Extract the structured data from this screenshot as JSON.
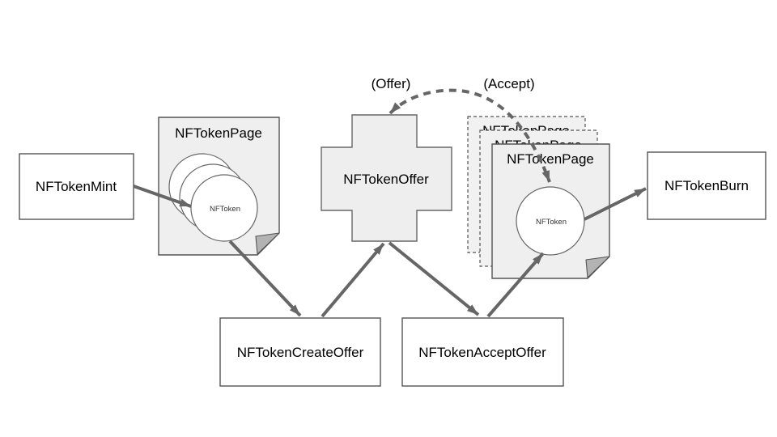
{
  "diagram": {
    "type": "flow-diagram",
    "nodes": {
      "mint": {
        "label": "NFTokenMint"
      },
      "page_left": {
        "title": "NFTokenPage",
        "token_label": "NFToken"
      },
      "offer": {
        "label": "NFTokenOffer"
      },
      "pages_right": {
        "back_title": "NFTokenPage",
        "middle_title": "NFTokenPage",
        "front_title": "NFTokenPage",
        "token_label": "NFToken"
      },
      "burn": {
        "label": "NFTokenBurn"
      },
      "create_offer": {
        "label": "NFTokenCreateOffer"
      },
      "accept_offer": {
        "label": "NFTokenAcceptOffer"
      }
    },
    "annotations": {
      "offer": "(Offer)",
      "accept": "(Accept)"
    },
    "edges": [
      {
        "from": "NFTokenMint",
        "to": "NFTokenPage (NFToken)",
        "style": "solid"
      },
      {
        "from": "NFTokenPage (NFToken)",
        "to": "NFTokenCreateOffer",
        "style": "solid"
      },
      {
        "from": "NFTokenCreateOffer",
        "to": "NFTokenOffer",
        "style": "solid"
      },
      {
        "from": "NFTokenOffer",
        "to": "NFTokenAcceptOffer",
        "style": "solid"
      },
      {
        "from": "NFTokenAcceptOffer",
        "to": "new NFTokenPage (NFToken)",
        "style": "solid"
      },
      {
        "from": "new NFTokenPage (NFToken)",
        "to": "NFTokenBurn",
        "style": "solid"
      },
      {
        "between": [
          "NFTokenOffer",
          "new NFTokenPage (NFToken)"
        ],
        "style": "dashed-arc",
        "arrowheads": "both",
        "labels": [
          "(Offer)",
          "(Accept)"
        ]
      }
    ],
    "colors": {
      "background": "#ffffff",
      "page_fill": "#efefef",
      "box_fill": "#ffffff",
      "shape_border": "#545454",
      "arrow": "#666666",
      "fold": "#b3b3b3",
      "text": "#000000"
    }
  }
}
